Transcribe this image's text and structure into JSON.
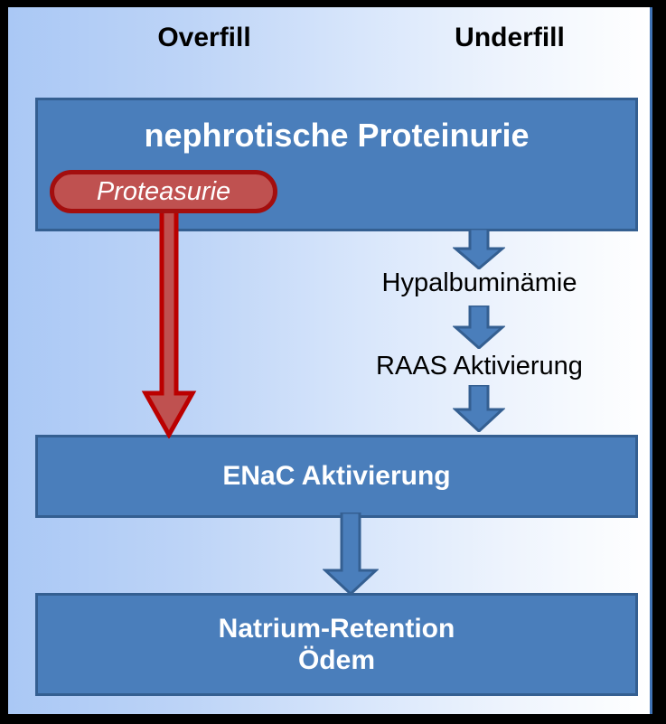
{
  "diagram": {
    "title_overfill": "Overfill",
    "title_underfill": "Underfill",
    "boxes": {
      "proteinurie": "nephrotische Proteinurie",
      "enac": "ENaC Aktivierung",
      "natrium_line1": "Natrium-Retention",
      "natrium_line2": "Ödem"
    },
    "pill": {
      "proteasurie": "Proteasurie"
    },
    "labels": {
      "hypalbuminaemie": "Hypalbuminämie",
      "raas": "RAAS Aktivierung"
    },
    "icons": {
      "red_arrow": "arrow-down-icon",
      "blue_arrow_1": "arrow-down-icon",
      "blue_arrow_2": "arrow-down-icon",
      "blue_arrow_3": "arrow-down-icon",
      "blue_arrow_4": "arrow-down-icon"
    },
    "colors": {
      "box_fill": "#4a7ebb",
      "box_border": "#345f91",
      "pill_fill": "#bf5150",
      "pill_border": "#a30e0e",
      "arrow_blue_fill": "#4a7ebb",
      "arrow_blue_border": "#345f91",
      "arrow_red_fill": "#bf5150",
      "arrow_red_border": "#bb0000",
      "frame": "#000000",
      "background_left": "#aac8f5",
      "background_right": "#ffffff",
      "text_on_box": "#ffffff",
      "text_plain": "#000000"
    }
  }
}
